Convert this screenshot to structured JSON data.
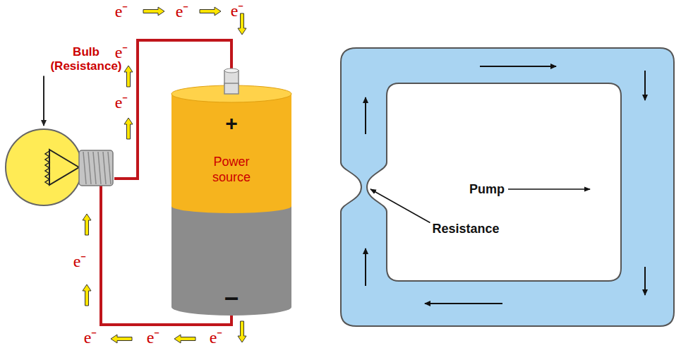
{
  "diagram": {
    "nodes": [
      {
        "text": [
          "+",
          "Power source",
          "–"
        ]
      }
    ],
    "labels": [
      "Bulb (Resistance)",
      "e⁻",
      "e⁻",
      "e⁻",
      "e⁻",
      "e⁻",
      "e⁻",
      "e⁻",
      "e⁻",
      "e⁻",
      "Pump",
      "Resistance"
    ]
  }
}
